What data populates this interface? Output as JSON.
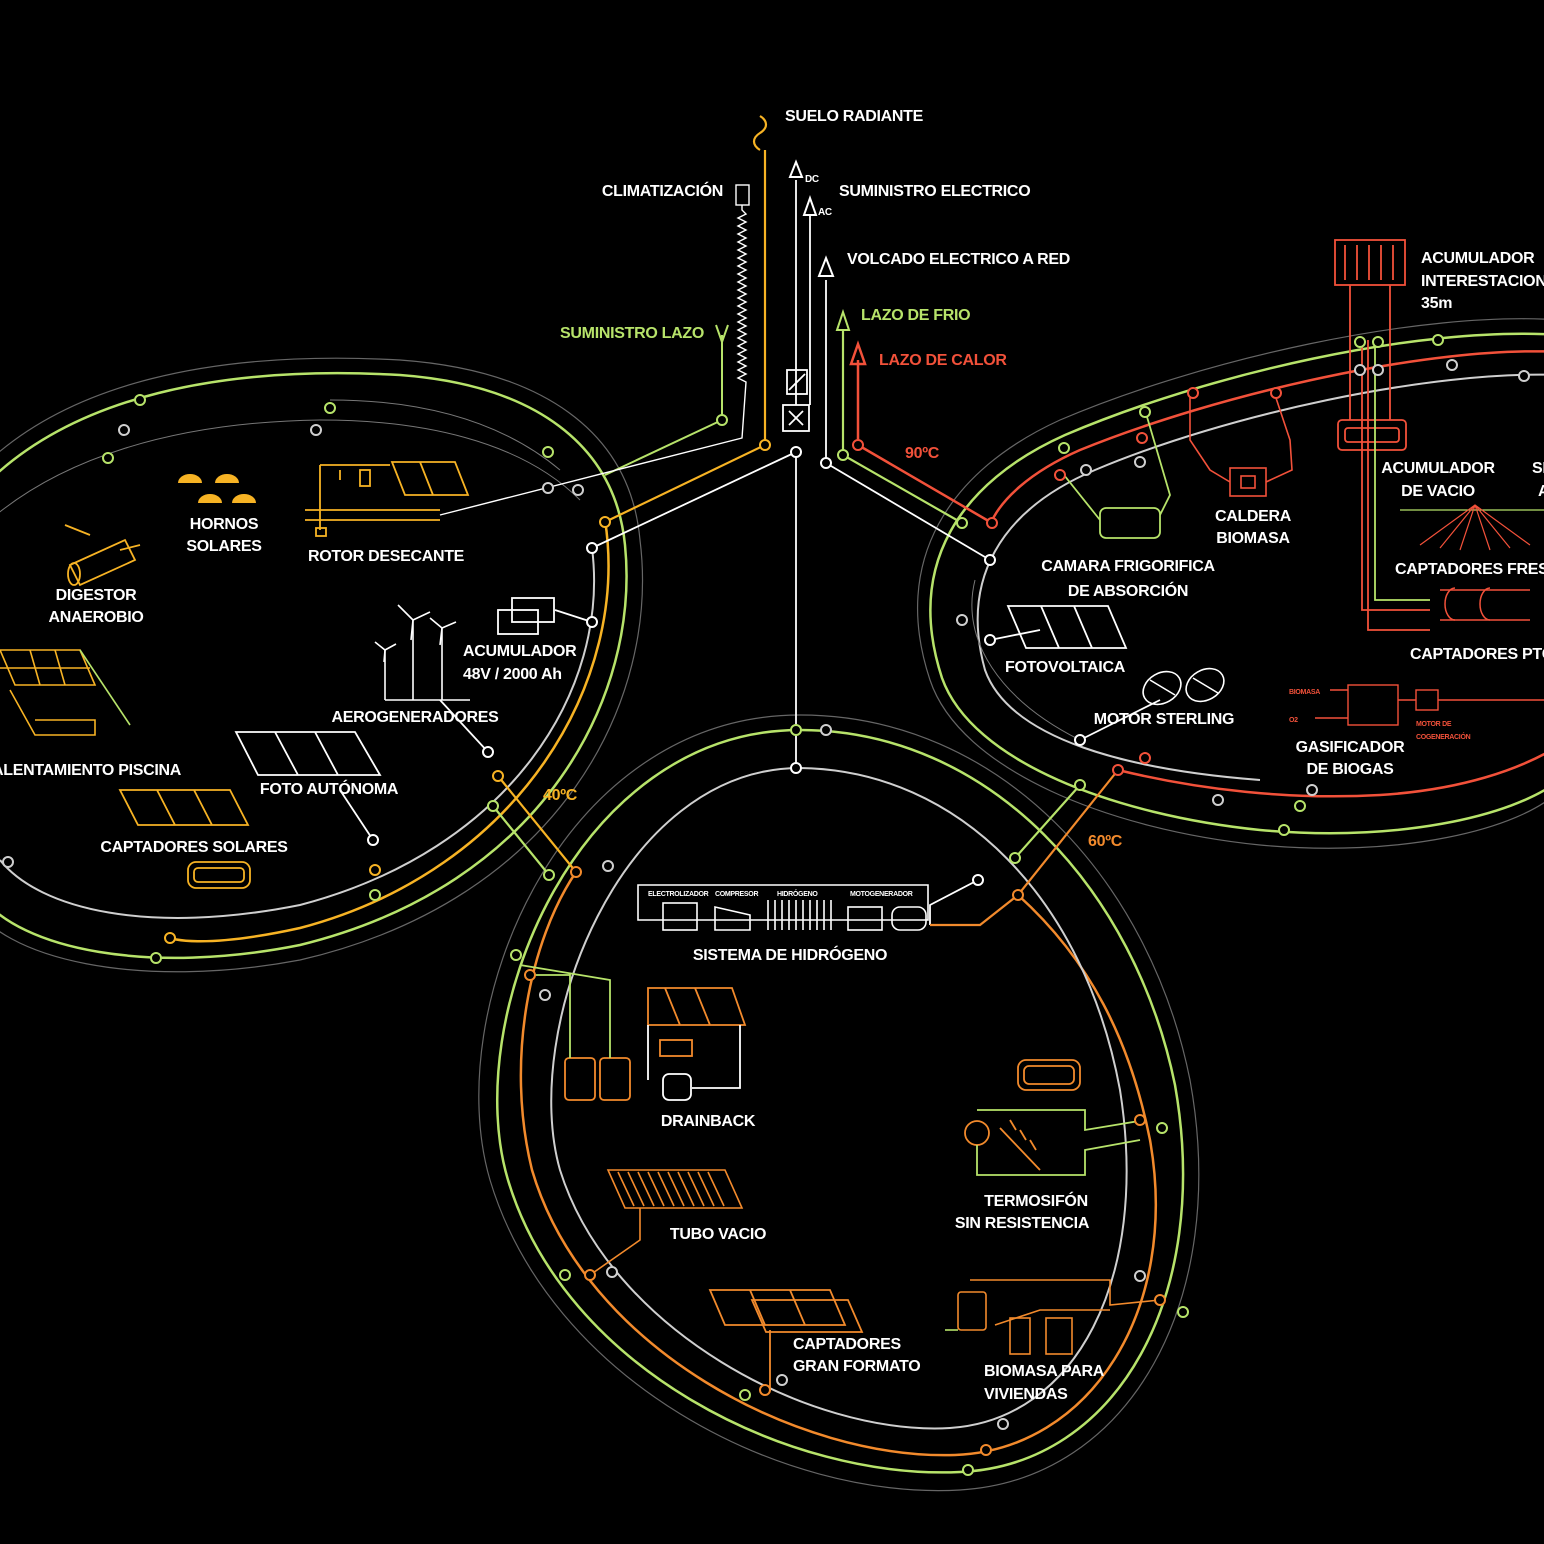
{
  "colors": {
    "background": "#000000",
    "white": "#ffffff",
    "cold_loop": "#b7e36a",
    "heat_loop": "#f28a2c",
    "heat_loop_90": "#f2513a",
    "supply_loop": "#f7b324"
  },
  "top": {
    "suelo_radiante": "SUELO RADIANTE",
    "climatizacion": "CLIMATIZACIÓN",
    "suministro_electrico": "SUMINISTRO ELECTRICO",
    "dc": "DC",
    "ac": "AC",
    "volcado": "VOLCADO ELECTRICO A RED",
    "suministro_lazo": "SUMINISTRO LAZO",
    "lazo_frio": "LAZO DE FRIO",
    "lazo_calor": "LAZO DE CALOR",
    "temp_90": "90ºC",
    "temp_40": "40ºC",
    "temp_60": "60ºC"
  },
  "left": {
    "hornos_1": "HORNOS",
    "hornos_2": "SOLARES",
    "rotor": "ROTOR DESECANTE",
    "digestor_1": "DIGESTOR",
    "digestor_2": "ANAEROBIO",
    "acumulador_1": "ACUMULADOR",
    "acumulador_2": "48V / 2000 Ah",
    "aerogeneradores": "AEROGENERADORES",
    "piscina": "CALENTAMIENTO PISCINA",
    "foto_autonoma": "FOTO AUTÓNOMA",
    "captadores_solares": "CAPTADORES  SOLARES"
  },
  "right": {
    "acum_inter_1": "ACUMULADOR",
    "acum_inter_2": "INTERESTACIONAL",
    "acum_inter_3": "35m",
    "acum_vacio_1": "ACUMULADOR",
    "acum_vacio_2": "DE VACIO",
    "cut_1": "SI",
    "cut_2": "A",
    "caldera_1": "CALDERA",
    "caldera_2": "BIOMASA",
    "camara_1": "CAMARA FRIGORIFICA",
    "camara_2": "DE ABSORCIÓN",
    "captadores_fresnel": "CAPTADORES FRESNEL",
    "fotovoltaica": "FOTOVOLTAICA",
    "motor_sterling": "MOTOR STERLING",
    "captadores_ptc": "CAPTADORES PTC",
    "biomasa_small": "BIOMASA",
    "o2_small": "O2",
    "motor_cog_1": "MOTOR DE",
    "motor_cog_2": "COGENERACIÓN",
    "gasificador_1": "GASIFICADOR",
    "gasificador_2": "DE BIOGAS"
  },
  "bottom": {
    "electrolizador": "ELECTROLIZADOR",
    "compresor": "COMPRESOR",
    "hidrogeno_small": "HIDRÓGENO",
    "motogenerador": "MOTOGENERADOR",
    "sistema_hidrogeno": "SISTEMA DE HIDRÓGENO",
    "drainback": "DRAINBACK",
    "termosifon_1": "TERMOSIFÓN",
    "termosifon_2": "SIN RESISTENCIA",
    "tubo_vacio": "TUBO VACIO",
    "captadores_gf_1": "CAPTADORES",
    "captadores_gf_2": "GRAN FORMATO",
    "biomasa_viv_1": "BIOMASA PARA",
    "biomasa_viv_2": "VIVIENDAS"
  }
}
